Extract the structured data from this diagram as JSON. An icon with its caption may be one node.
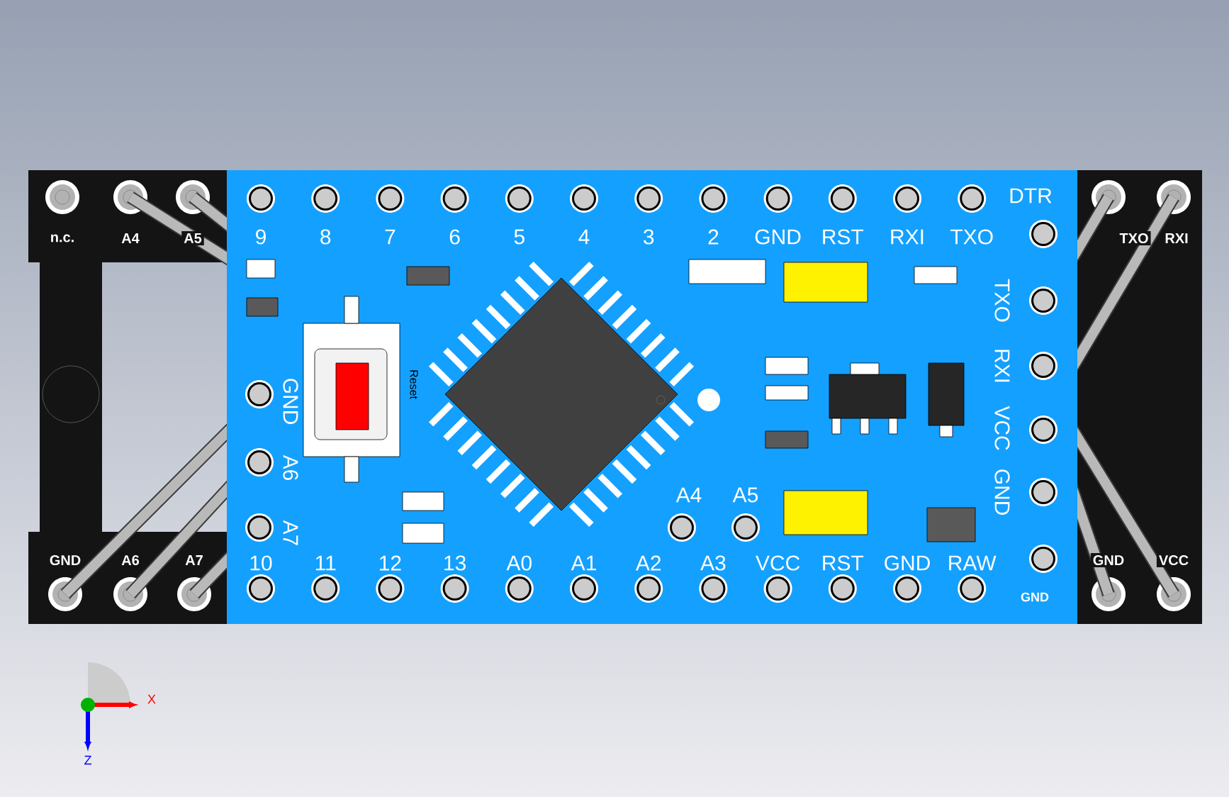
{
  "diagram": {
    "labels": [
      "n.c.",
      "A4",
      "A5",
      "9",
      "8",
      "7",
      "6",
      "5",
      "4",
      "3",
      "2",
      "GND",
      "RST",
      "RXI",
      "TXO",
      "DTR",
      "TXO",
      "RXI",
      "TXO",
      "RXI",
      "VCC",
      "GND",
      "GND",
      "A6",
      "A7",
      "Reset",
      "A4",
      "A5",
      "10",
      "11",
      "12",
      "13",
      "A0",
      "A1",
      "A2",
      "A3",
      "VCC",
      "RST",
      "GND",
      "RAW",
      "GND",
      "GND",
      "A6",
      "A7",
      "GND",
      "VCC",
      "X",
      "Z"
    ]
  }
}
